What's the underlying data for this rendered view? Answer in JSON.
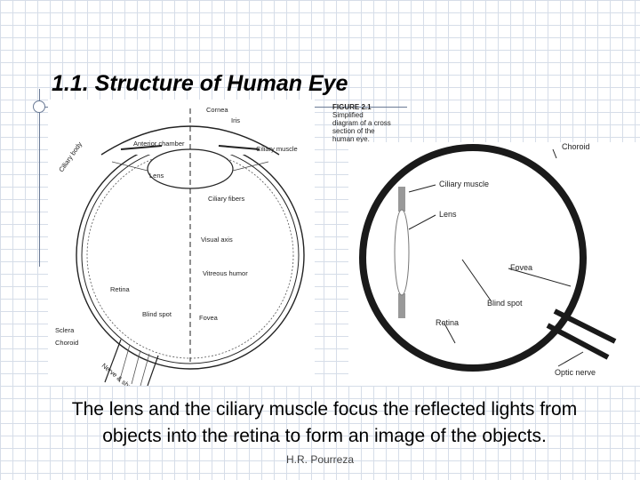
{
  "slide": {
    "title": "1.1. Structure of Human Eye",
    "caption_line1": "The lens and the ciliary muscle focus the reflected lights from",
    "caption_line2": "objects into the retina to form an image of the objects.",
    "footer": "H.R. Pourreza"
  },
  "left_diagram": {
    "labels": {
      "cornea": "Cornea",
      "iris": "Iris",
      "ciliary_body": "Ciliary body",
      "anterior_chamber": "Anterior chamber",
      "ciliary_muscle": "Ciliary muscle",
      "lens": "Lens",
      "ciliary_fibers": "Ciliary fibers",
      "visual_axis": "Visual axis",
      "vitreous_humor": "Vitreous humor",
      "retina": "Retina",
      "blind_spot": "Blind spot",
      "fovea": "Fovea",
      "sclera": "Sclera",
      "choroid": "Choroid",
      "nerve_sheath": "Nerve & sheath"
    },
    "figure_caption": {
      "heading": "FIGURE 2.1",
      "line1": "Simplified",
      "line2": "diagram of a cross",
      "line3": "section of the",
      "line4": "human eye."
    }
  },
  "right_diagram": {
    "labels": {
      "choroid": "Choroid",
      "ciliary_muscle": "Ciliary muscle",
      "lens": "Lens",
      "fovea": "Fovea",
      "blind_spot": "Blind spot",
      "retina": "Retina",
      "optic_nerve": "Optic nerve"
    }
  }
}
